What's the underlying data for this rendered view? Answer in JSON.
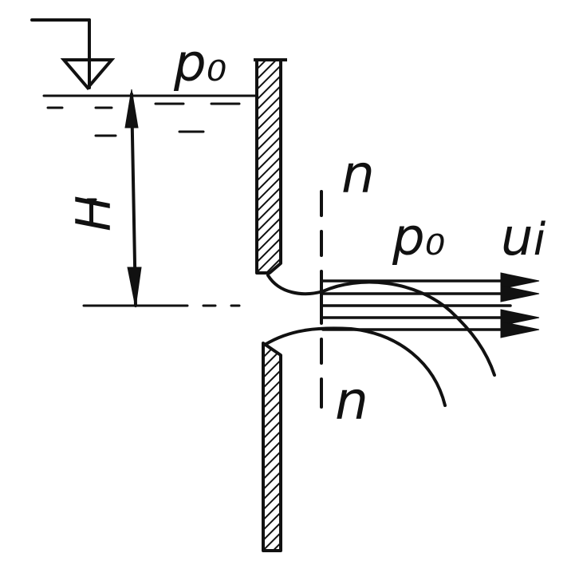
{
  "labels": {
    "surface_pressure": "p₀",
    "jet_pressure": "p₀",
    "head": "H",
    "section_top": "n",
    "section_bottom": "n",
    "velocity": "u",
    "velocity_index": "i"
  },
  "colors": {
    "ink": "#111111",
    "background": "#ffffff"
  }
}
